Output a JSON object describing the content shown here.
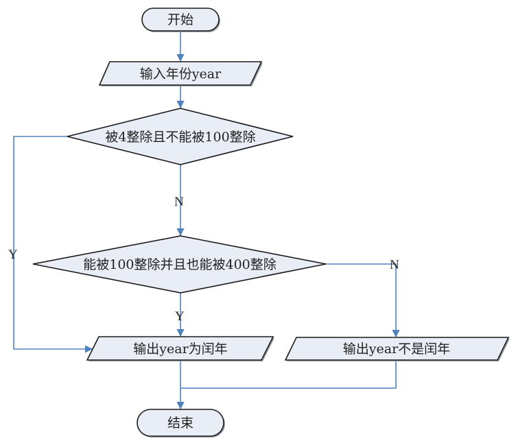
{
  "flowchart": {
    "nodes": {
      "start": {
        "type": "terminal",
        "text": "开始"
      },
      "input": {
        "type": "io",
        "text": "输入年份year"
      },
      "cond1": {
        "type": "decision",
        "text": "被4整除且不能被100整除"
      },
      "cond2": {
        "type": "decision",
        "text": "能被100整除并且也能被400整除"
      },
      "out_leap": {
        "type": "io",
        "text": "输出year为闰年"
      },
      "out_not_leap": {
        "type": "io",
        "text": "输出year不是闰年"
      },
      "end": {
        "type": "terminal",
        "text": "结束"
      }
    },
    "edges": [
      {
        "from": "start",
        "to": "input",
        "label": ""
      },
      {
        "from": "input",
        "to": "cond1",
        "label": ""
      },
      {
        "from": "cond1",
        "to": "out_leap",
        "label": "Y"
      },
      {
        "from": "cond1",
        "to": "cond2",
        "label": "N"
      },
      {
        "from": "cond2",
        "to": "out_leap",
        "label": "Y"
      },
      {
        "from": "cond2",
        "to": "out_not_leap",
        "label": "N"
      },
      {
        "from": "out_leap",
        "to": "end",
        "label": ""
      },
      {
        "from": "out_not_leap",
        "to": "end",
        "label": ""
      }
    ],
    "labels": {
      "cond1_yes": "Y",
      "cond1_no": "N",
      "cond2_yes": "Y",
      "cond2_no": "N"
    }
  },
  "colors": {
    "node_fill": "#e8edf6",
    "node_stroke": "#1a1a1a",
    "connector": "#4f81bd"
  }
}
